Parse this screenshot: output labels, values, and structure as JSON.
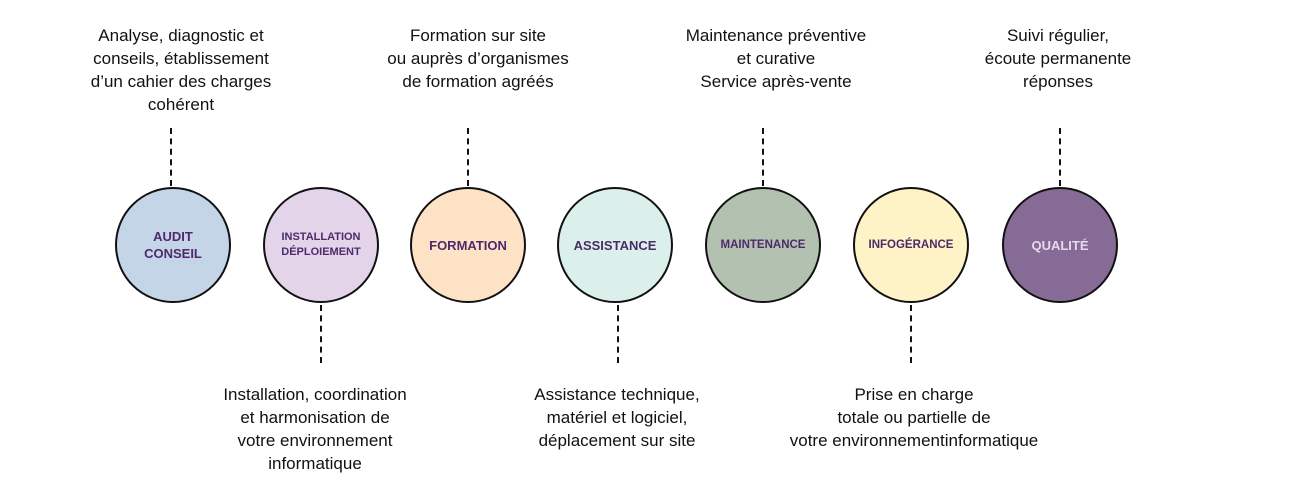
{
  "colors": {
    "audit": "#c5d5e8",
    "installation": "#e3d4ea",
    "formation": "#fde2c6",
    "assistance": "#dbf0ea",
    "maintenance": "#b3c1b1",
    "infogerance": "#fdf3c6",
    "qualite": "#856b96",
    "label": "#4e2a6b",
    "stroke": "#111111"
  },
  "steps": [
    {
      "id": "audit",
      "label": "AUDIT\nCONSEIL",
      "description": "Analyse, diagnostic et\nconseils, établissement\nd’un cahier des charges\ncohérent",
      "position": "top"
    },
    {
      "id": "installation",
      "label": "INSTALLATION\nDÉPLOIEMENT",
      "description": "Installation, coordination\net harmonisation de\nvotre environnement\ninformatique",
      "position": "bottom"
    },
    {
      "id": "formation",
      "label": "FORMATION",
      "description": "Formation sur site\nou auprès d’organismes\nde formation agréés",
      "position": "top"
    },
    {
      "id": "assistance",
      "label": "ASSISTANCE",
      "description": "Assistance technique,\nmatériel et logiciel,\ndéplacement sur site",
      "position": "bottom"
    },
    {
      "id": "maintenance",
      "label": "MAINTENANCE",
      "description": "Maintenance préventive\net curative\nService après-vente",
      "position": "top"
    },
    {
      "id": "infogerance",
      "label": "INFOGÉRANCE",
      "description": "Prise en charge\ntotale ou partielle de\nvotre environnementinformatique",
      "position": "bottom"
    },
    {
      "id": "qualite",
      "label": "QUALITÉ",
      "description": "Suivi régulier,\nécoute permanente\nréponses",
      "position": "top"
    }
  ]
}
